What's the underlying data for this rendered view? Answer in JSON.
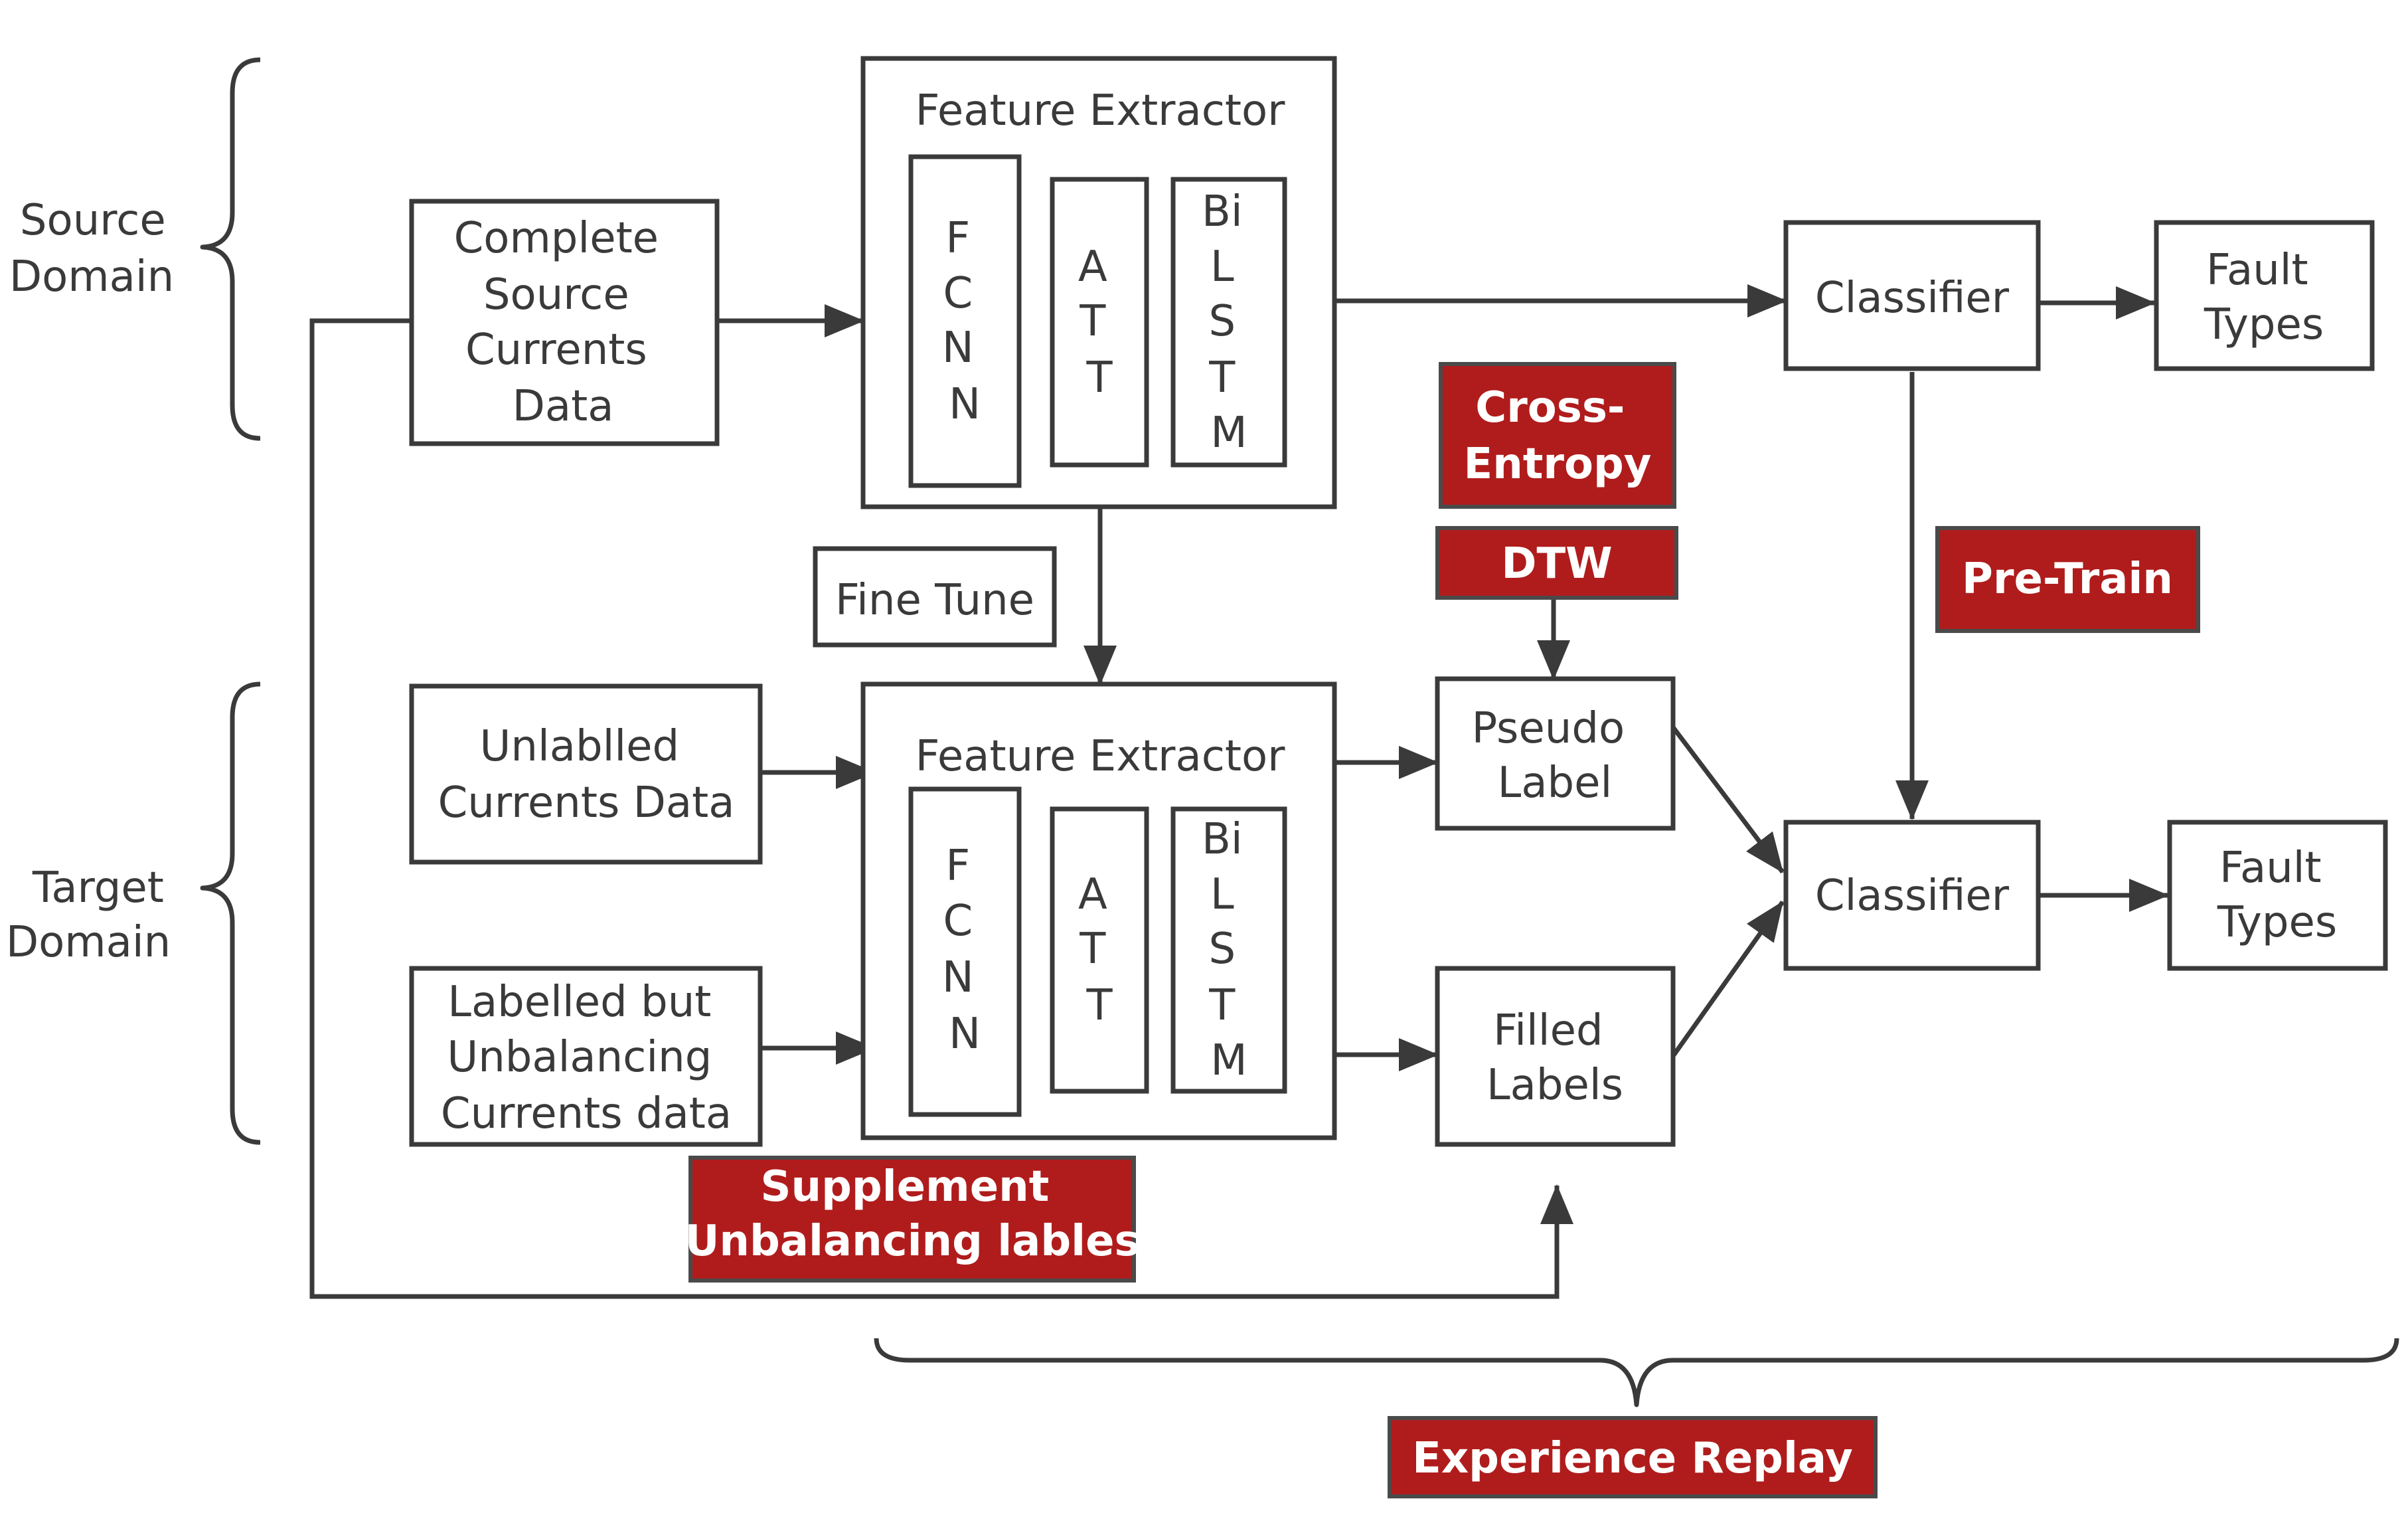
{
  "colors": {
    "line": "#3a3a3a",
    "red_box": "#b01c1c",
    "red_text": "#ffffff",
    "background": "#ffffff"
  },
  "labels": {
    "source_domain": [
      "Source",
      "Domain"
    ],
    "target_domain": [
      "Target",
      "Domain"
    ],
    "complete_source": [
      "Complete",
      "Source",
      "Currents",
      "Data"
    ],
    "unlabelled": [
      "Unlablled",
      "Currents Data"
    ],
    "labelled": [
      "Labelled but",
      "Unbalancing",
      "Currents data"
    ],
    "feature_extractor_top": "Feature Extractor",
    "feature_extractor_bottom": "Feature Extractor",
    "fcnn": [
      "F",
      "C",
      "N",
      "N"
    ],
    "att": [
      "A",
      "T",
      "T"
    ],
    "bilstm": [
      "Bi",
      "L",
      "S",
      "T",
      "M"
    ],
    "fine_tune": "Fine Tune",
    "cross_entropy": [
      "Cross-",
      "Entropy"
    ],
    "dtw": "DTW",
    "pre_train": "Pre-Train",
    "pseudo_label": [
      "Pseudo",
      "Label"
    ],
    "filled_labels": [
      "Filled",
      "Labels"
    ],
    "classifier_top": "Classifier",
    "classifier_bottom": "Classifier",
    "fault_types_top": [
      "Fault",
      "Types"
    ],
    "fault_types_bottom": [
      "Fault",
      "Types"
    ],
    "supplement": [
      "Supplement",
      "Unbalancing lables"
    ],
    "experience_replay": "Experience Replay"
  }
}
